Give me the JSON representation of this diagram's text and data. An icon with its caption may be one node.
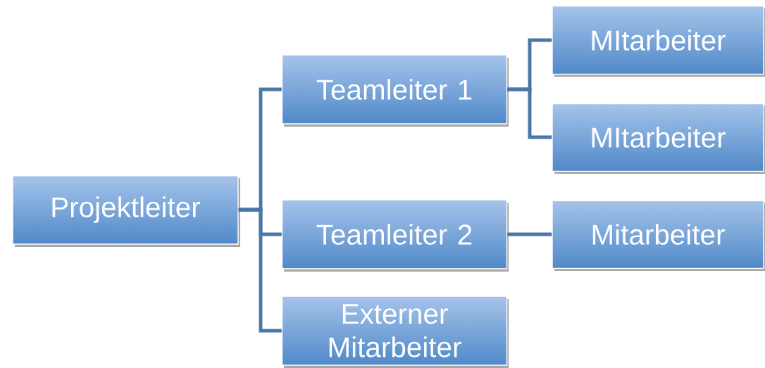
{
  "diagram": {
    "nodes": [
      {
        "text": [
          "Projektleiter"
        ]
      },
      {
        "text": [
          "Teamleiter 1"
        ]
      },
      {
        "text": [
          "MItarbeiter"
        ]
      },
      {
        "text": [
          "MItarbeiter"
        ]
      },
      {
        "text": [
          "Teamleiter 2"
        ]
      },
      {
        "text": [
          "Mitarbeiter"
        ]
      },
      {
        "text": [
          "Externer Mitarbeiter"
        ]
      }
    ],
    "edges": [
      {
        "from": 0,
        "to": 1,
        "arrow": "none"
      },
      {
        "from": 0,
        "to": 4,
        "arrow": "none"
      },
      {
        "from": 0,
        "to": 6,
        "arrow": "none"
      },
      {
        "from": 1,
        "to": 2,
        "arrow": "none"
      },
      {
        "from": 1,
        "to": 3,
        "arrow": "none"
      },
      {
        "from": 4,
        "to": 5,
        "arrow": "none"
      }
    ]
  }
}
